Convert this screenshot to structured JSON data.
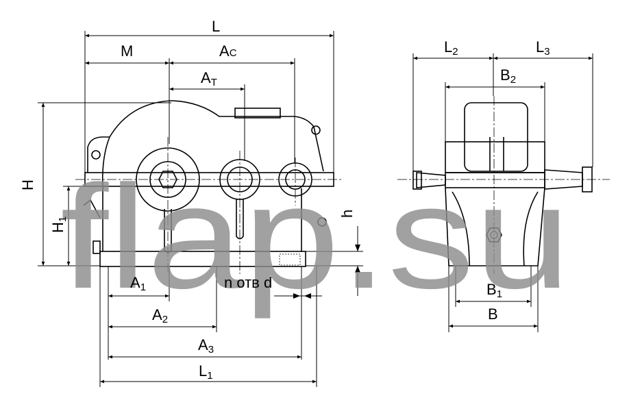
{
  "watermark": "flap.su",
  "side_view": {
    "L": {
      "main": "L",
      "sub": ""
    },
    "M": {
      "main": "M",
      "sub": ""
    },
    "Ac": {
      "main": "A",
      "sub": "C"
    },
    "At": {
      "main": "A",
      "sub": "T"
    },
    "H": {
      "main": "H",
      "sub": ""
    },
    "H1": {
      "main": "H",
      "sub": "1"
    },
    "h": {
      "main": "h",
      "sub": ""
    },
    "A1": {
      "main": "A",
      "sub": "1"
    },
    "holes": {
      "main": "n отв d",
      "sub": ""
    },
    "A2": {
      "main": "A",
      "sub": "2"
    },
    "A3": {
      "main": "A",
      "sub": "3"
    },
    "L1": {
      "main": "L",
      "sub": "1"
    }
  },
  "end_view": {
    "L2": {
      "main": "L",
      "sub": "2"
    },
    "L3": {
      "main": "L",
      "sub": "3"
    },
    "B2": {
      "main": "B",
      "sub": "2"
    },
    "B1": {
      "main": "B",
      "sub": "1"
    },
    "B": {
      "main": "B",
      "sub": ""
    }
  }
}
